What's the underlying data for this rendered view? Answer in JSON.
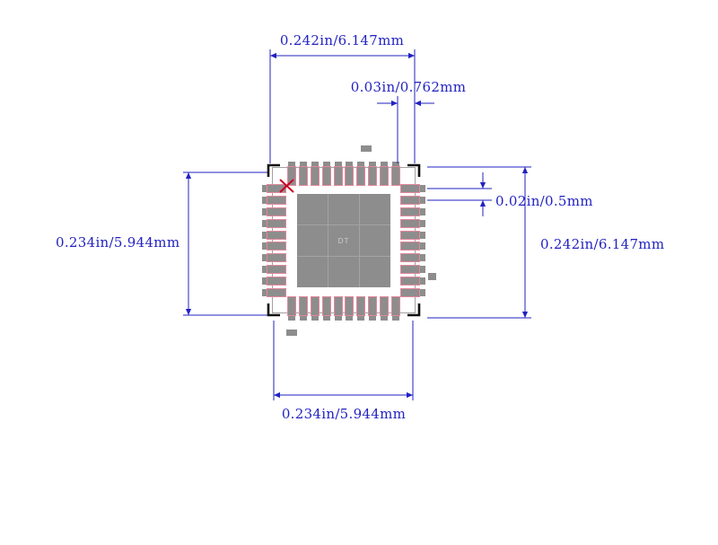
{
  "labels": {
    "dim_top": "0.242in/6.147mm",
    "dim_pad": "0.03in/0.762mm",
    "dim_pitch": "0.02in/0.5mm",
    "dim_left": "0.234in/5.944mm",
    "dim_right": "0.242in/6.147mm",
    "dim_bottom": "0.234in/5.944mm",
    "center_mark": "DT"
  },
  "package": {
    "pins_per_side": 10,
    "total_pads": 40
  },
  "colors": {
    "background": "#ffffff",
    "dimension": "#2222c2",
    "pad": "#8d8d8d",
    "padOutline": "#e2879b",
    "centerPad": "#8d8d8d",
    "grid": "#a3a3a3",
    "pin1": "#cc0022",
    "bracket": "#111111"
  }
}
